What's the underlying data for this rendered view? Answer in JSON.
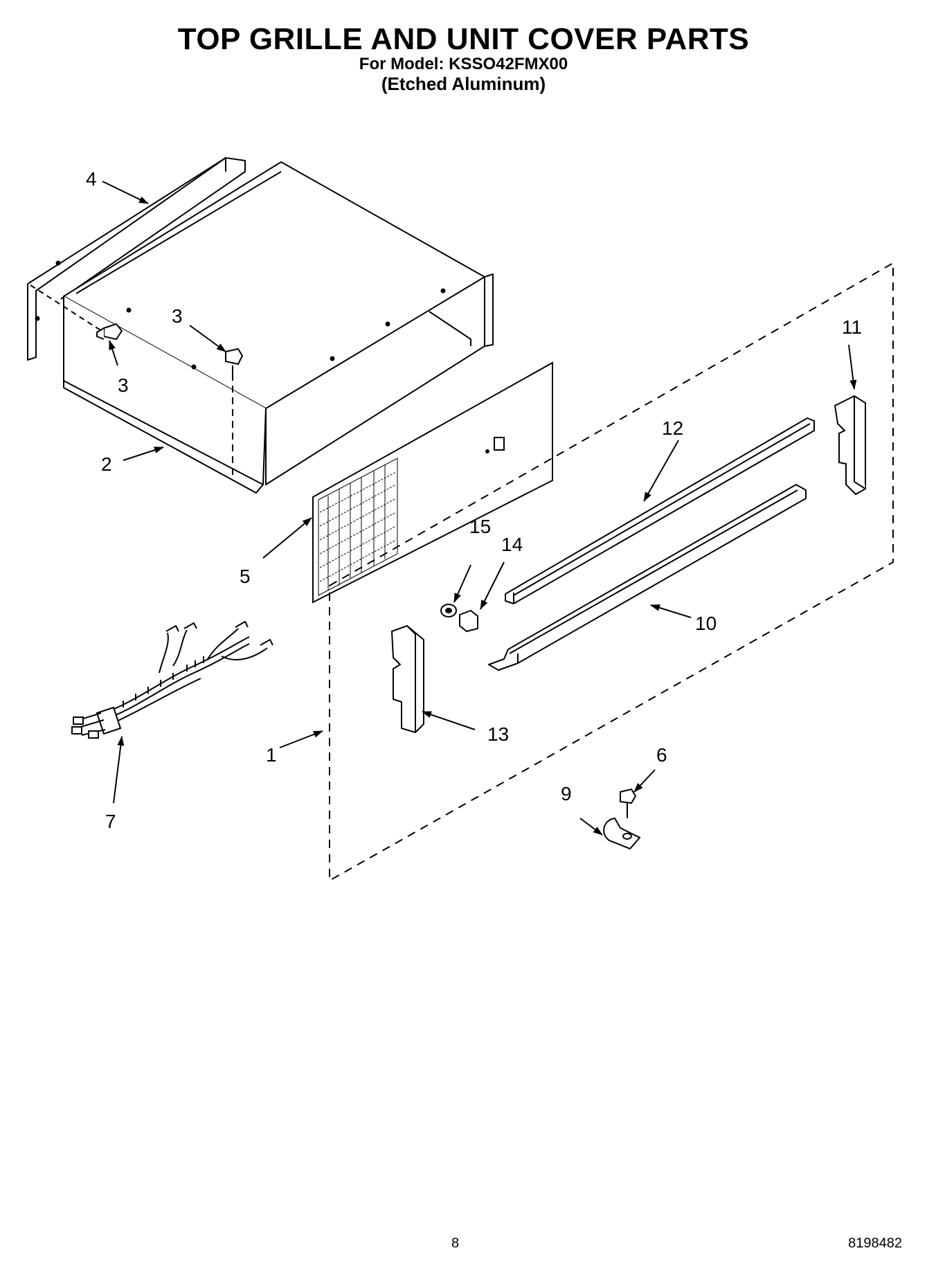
{
  "header": {
    "title": "TOP GRILLE AND UNIT COVER PARTS",
    "model_line": "For Model: KSSO42FMX00",
    "finish_line": "(Etched Aluminum)"
  },
  "callouts": [
    "1",
    "2",
    "3",
    "3",
    "4",
    "5",
    "6",
    "7",
    "9",
    "10",
    "11",
    "12",
    "13",
    "14",
    "15"
  ],
  "footer": {
    "page_number": "8",
    "document_number": "8198482"
  }
}
